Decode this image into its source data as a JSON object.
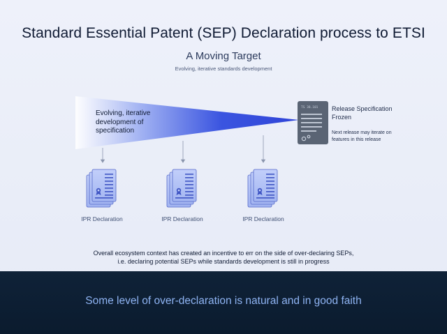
{
  "header": {
    "title": "Standard Essential Patent (SEP) Declaration process to ETSI",
    "subtitle": "A Moving Target",
    "tagline": "Evolving, iterative standards development"
  },
  "diagram": {
    "wedge_label": "Evolving, iterative development of specification",
    "spec_doc": {
      "header_text": "TS 38.101",
      "release_title": "Release Specification Frozen",
      "release_note": "Next release may iterate on features in this release"
    },
    "declarations": [
      {
        "label": "IPR Declaration"
      },
      {
        "label": "IPR Declaration"
      },
      {
        "label": "IPR Declaration"
      }
    ],
    "context_line1": "Overall ecosystem context has created an incentive to err on the side of over-declaring SEPs,",
    "context_line2": "i.e. declaring potential SEPs while standards development is still in progress"
  },
  "footer": {
    "text": "Some level of over-declaration is natural and in good faith"
  },
  "colors": {
    "wedge_start": "#2f44d8",
    "wedge_end": "#ffffff",
    "doc_fill": "#aebff5",
    "doc_stroke": "#5569c9",
    "spec_fill": "#5a6474",
    "footer_bg": "#0f2238",
    "footer_text": "#8fb4f3"
  }
}
